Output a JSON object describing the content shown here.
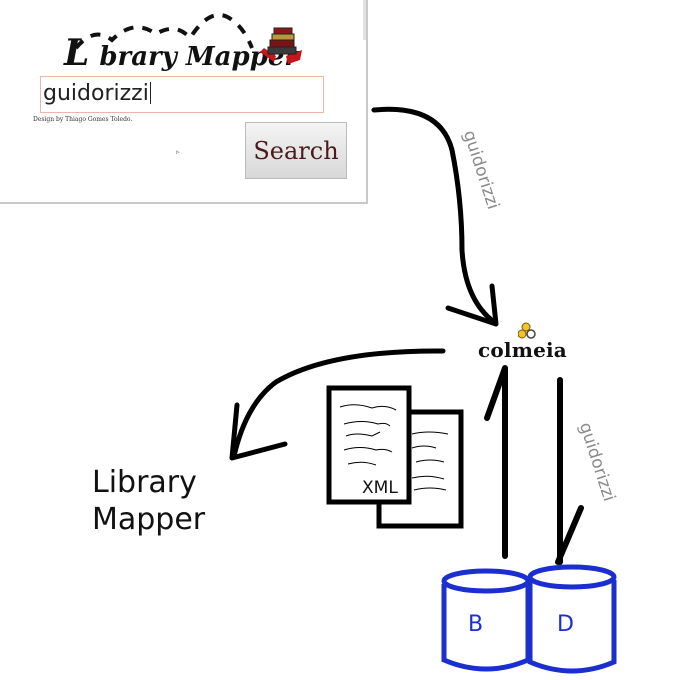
{
  "screenshot": {
    "logo_first_letter": "L",
    "logo_rest": "brary Mapper",
    "search_value": "guidorizzi",
    "credit": "Design by Thiago Gomes Toledo.",
    "search_button": "Search"
  },
  "diagram": {
    "query_label_top": "guidorizzi",
    "query_label_db": "guidorizzi",
    "service_name": "colmeia",
    "xml_label": "XML",
    "target_line1": "Library",
    "target_line2": "Mapper",
    "db_left": "B",
    "db_right": "D"
  },
  "colors": {
    "db_stroke": "#1b2fd0",
    "arrow": "#000000",
    "label_gray": "#8a8a8a"
  }
}
